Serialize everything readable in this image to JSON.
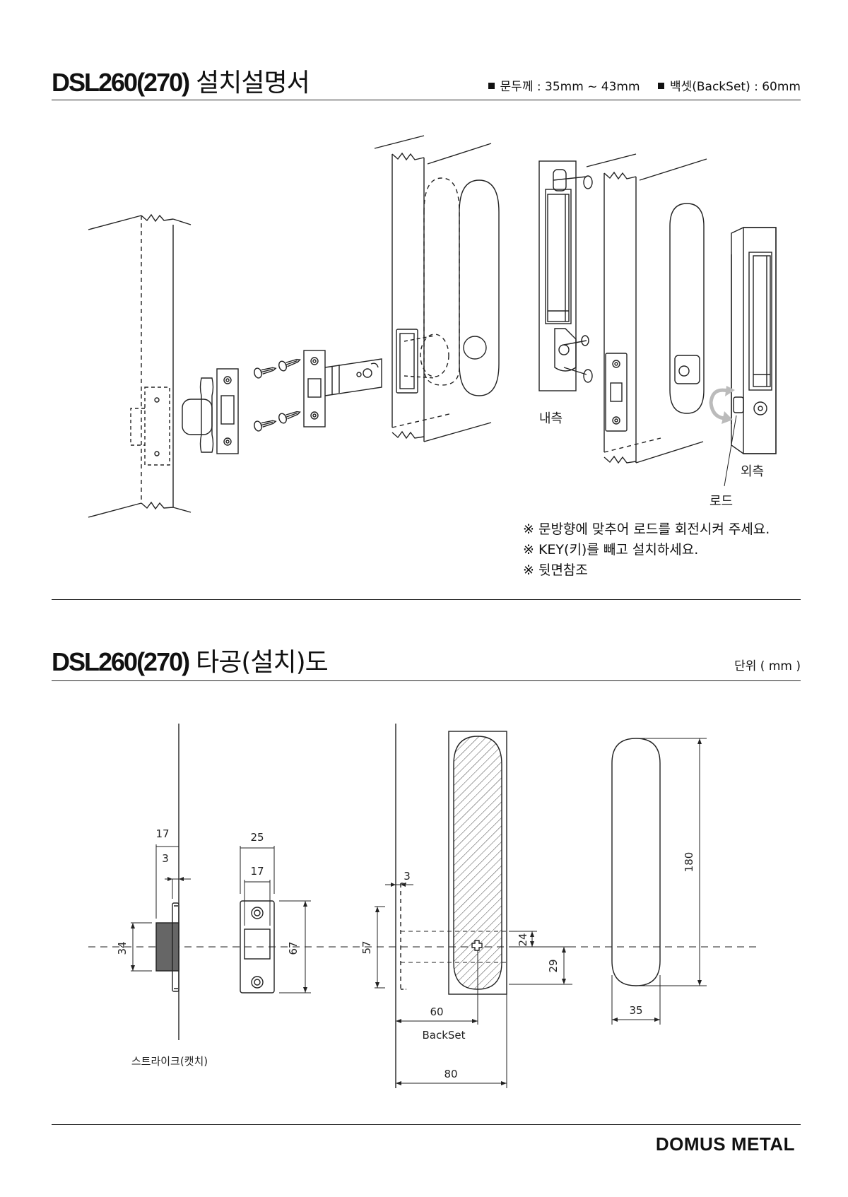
{
  "install": {
    "model": "DSL260(270)",
    "title": "설치설명서",
    "spec_door_thickness": "문두께 : 35mm ~ 43mm",
    "spec_backset": "백셋(BackSet) : 60mm",
    "labels": {
      "inside": "내측",
      "outside": "외측",
      "rod": "로드"
    },
    "notes": [
      "※ 문방향에  맞추어 로드를 회전시켜 주세요.",
      "※ KEY(키)를 빼고 설치하세요.",
      "※ 뒷면참조"
    ]
  },
  "drilling": {
    "model": "DSL260(270)",
    "title": "타공(설치)도",
    "unit": "단위 ( mm )",
    "strike_label": "스트라이크(캣치)",
    "dimensions": {
      "strike_depth": "17",
      "strike_inset": "3",
      "strike_height": "34",
      "latch_width": "25",
      "latch_inner": "17",
      "latch_height": "67",
      "door_edge": "3",
      "mortise_height": "57",
      "hole_small": "24",
      "hole_large": "29",
      "backset_value": "60",
      "backset_label": "BackSet",
      "overall_width": "80",
      "handle_height": "180",
      "handle_width": "35"
    }
  },
  "footer": {
    "brand": "DOMUS METAL"
  }
}
